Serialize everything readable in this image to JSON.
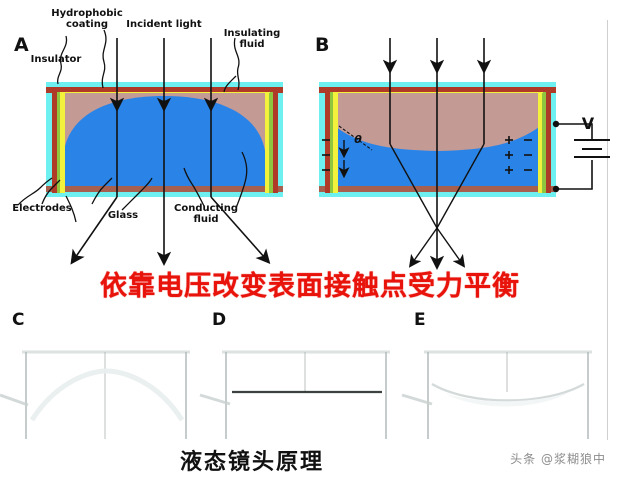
{
  "figure": {
    "panels": [
      {
        "id": "A",
        "letter": "A",
        "type": "schematic",
        "state": "no-voltage-convex-lens"
      },
      {
        "id": "B",
        "letter": "B",
        "type": "schematic",
        "state": "voltage-applied-concave-lens"
      },
      {
        "id": "C",
        "letter": "C",
        "type": "photo",
        "meniscus": "convex"
      },
      {
        "id": "D",
        "letter": "D",
        "type": "photo",
        "meniscus": "flat"
      },
      {
        "id": "E",
        "letter": "E",
        "type": "photo",
        "meniscus": "concave"
      }
    ],
    "panel_a_labels": {
      "hydrophobic_coating": "Hydrophobic\ncoating",
      "insulator": "Insulator",
      "incident_light": "Incident light",
      "insulating_fluid": "Insulating\nfluid",
      "electrodes": "Electrodes",
      "glass": "Glass",
      "conducting_fluid": "Conducting\nfluid"
    },
    "panel_b_labels": {
      "voltage_source": "V",
      "contact_angle": "θ",
      "negative_sign": "−",
      "positive_sign": "+"
    },
    "captions": {
      "red_banner": "依靠电压改变表面接触点受力平衡",
      "bottom_title": "液态镜头原理",
      "watermark": "头条 @浆糊狼中"
    },
    "colors": {
      "glass_cyan": "#6ff0f0",
      "electrode_dark_red": "#b03a28",
      "insulator_yellow": "#f2f23c",
      "hydrophobic_green": "#8ec63f",
      "insulating_fluid": "#c49a94",
      "conducting_fluid_blue": "#2a84e8",
      "banner_red": "#e8140c",
      "photo_bg": "#4f5650",
      "caption_black": "#111111",
      "watermark_gray": "#8c8c8c"
    }
  }
}
